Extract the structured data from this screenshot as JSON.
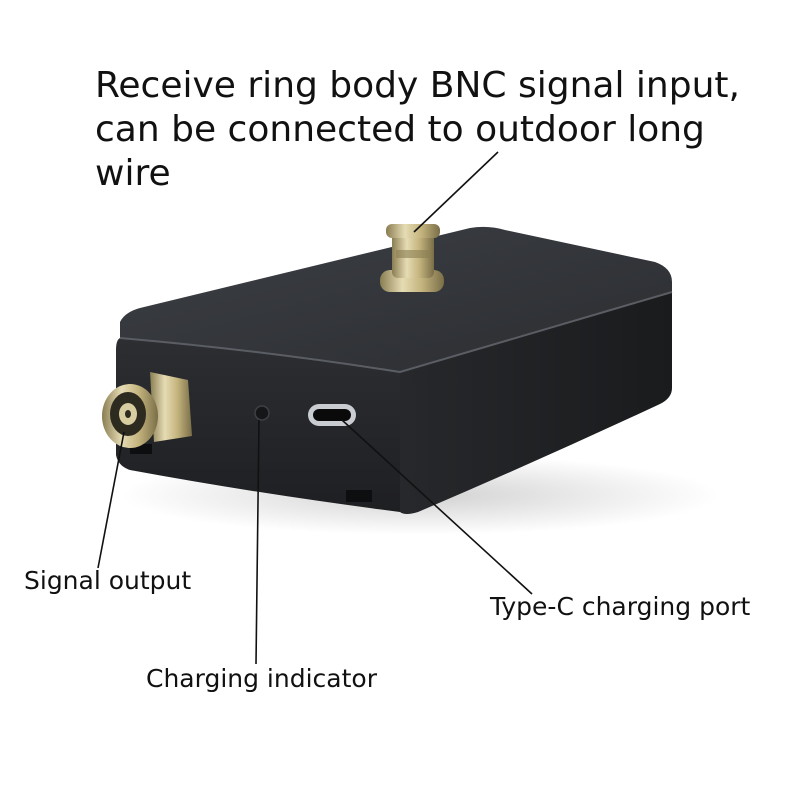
{
  "title": {
    "lines": [
      "Receive ring body BNC signal input,",
      "can be connected to outdoor long",
      "wire"
    ]
  },
  "labels": {
    "signal_output": "Signal output",
    "charging_indicator": "Charging indicator",
    "typec_port": "Type-C charging port"
  },
  "colors": {
    "background": "#ffffff",
    "device_body": "#2a2c30",
    "connector_metal": "#c2b27c",
    "leader_line": "#111111",
    "text": "#111111"
  },
  "icons": {
    "top_connector": "bnc-connector-icon",
    "side_connector": "bnc-connector-icon",
    "indicator": "led-indicator-icon",
    "port": "usb-c-port-icon"
  }
}
